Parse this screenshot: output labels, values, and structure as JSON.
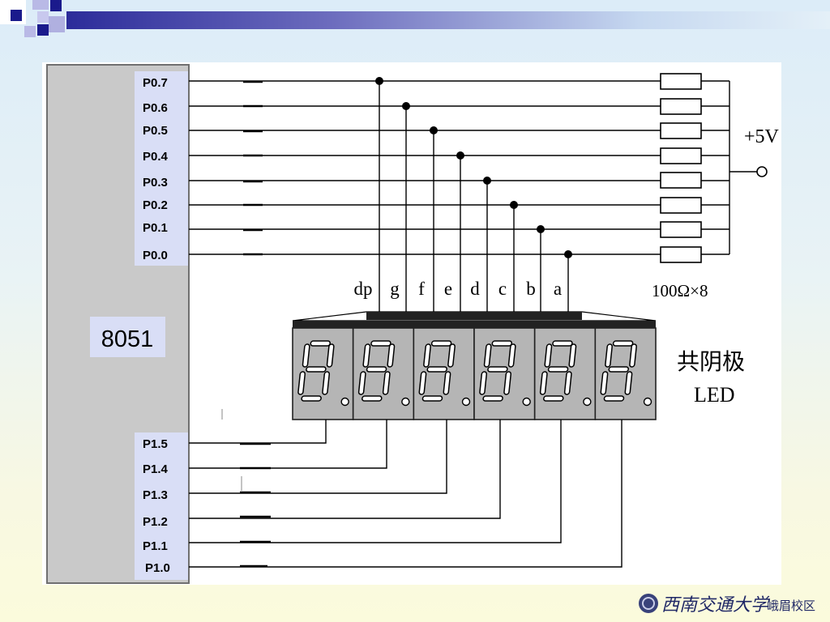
{
  "chip": {
    "name": "8051"
  },
  "port0_pins": [
    "P0.7",
    "P0.6",
    "P0.5",
    "P0.4",
    "P0.3",
    "P0.2",
    "P0.1",
    "P0.0"
  ],
  "segment_labels": [
    "dp",
    "g",
    "f",
    "e",
    "d",
    "c",
    "b",
    "a"
  ],
  "port1_pins": [
    "P1.5",
    "P1.4",
    "P1.3",
    "P1.2",
    "P1.1",
    "P1.0"
  ],
  "resistor_note": "100Ω×8",
  "supply_label": "+5V",
  "display": {
    "type_line1": "共阴极",
    "type_line2": "LED",
    "digit_count": 6
  },
  "footer": {
    "school": "西南交通大学",
    "campus": "峨眉校区"
  },
  "colors": {
    "header_blue": "#1a1a8c",
    "header_light": "#b9b9e6",
    "chip_gray": "#c9c9c9",
    "chip_label_bg": "#d9def6",
    "segment_gray": "#b5b5b5"
  }
}
